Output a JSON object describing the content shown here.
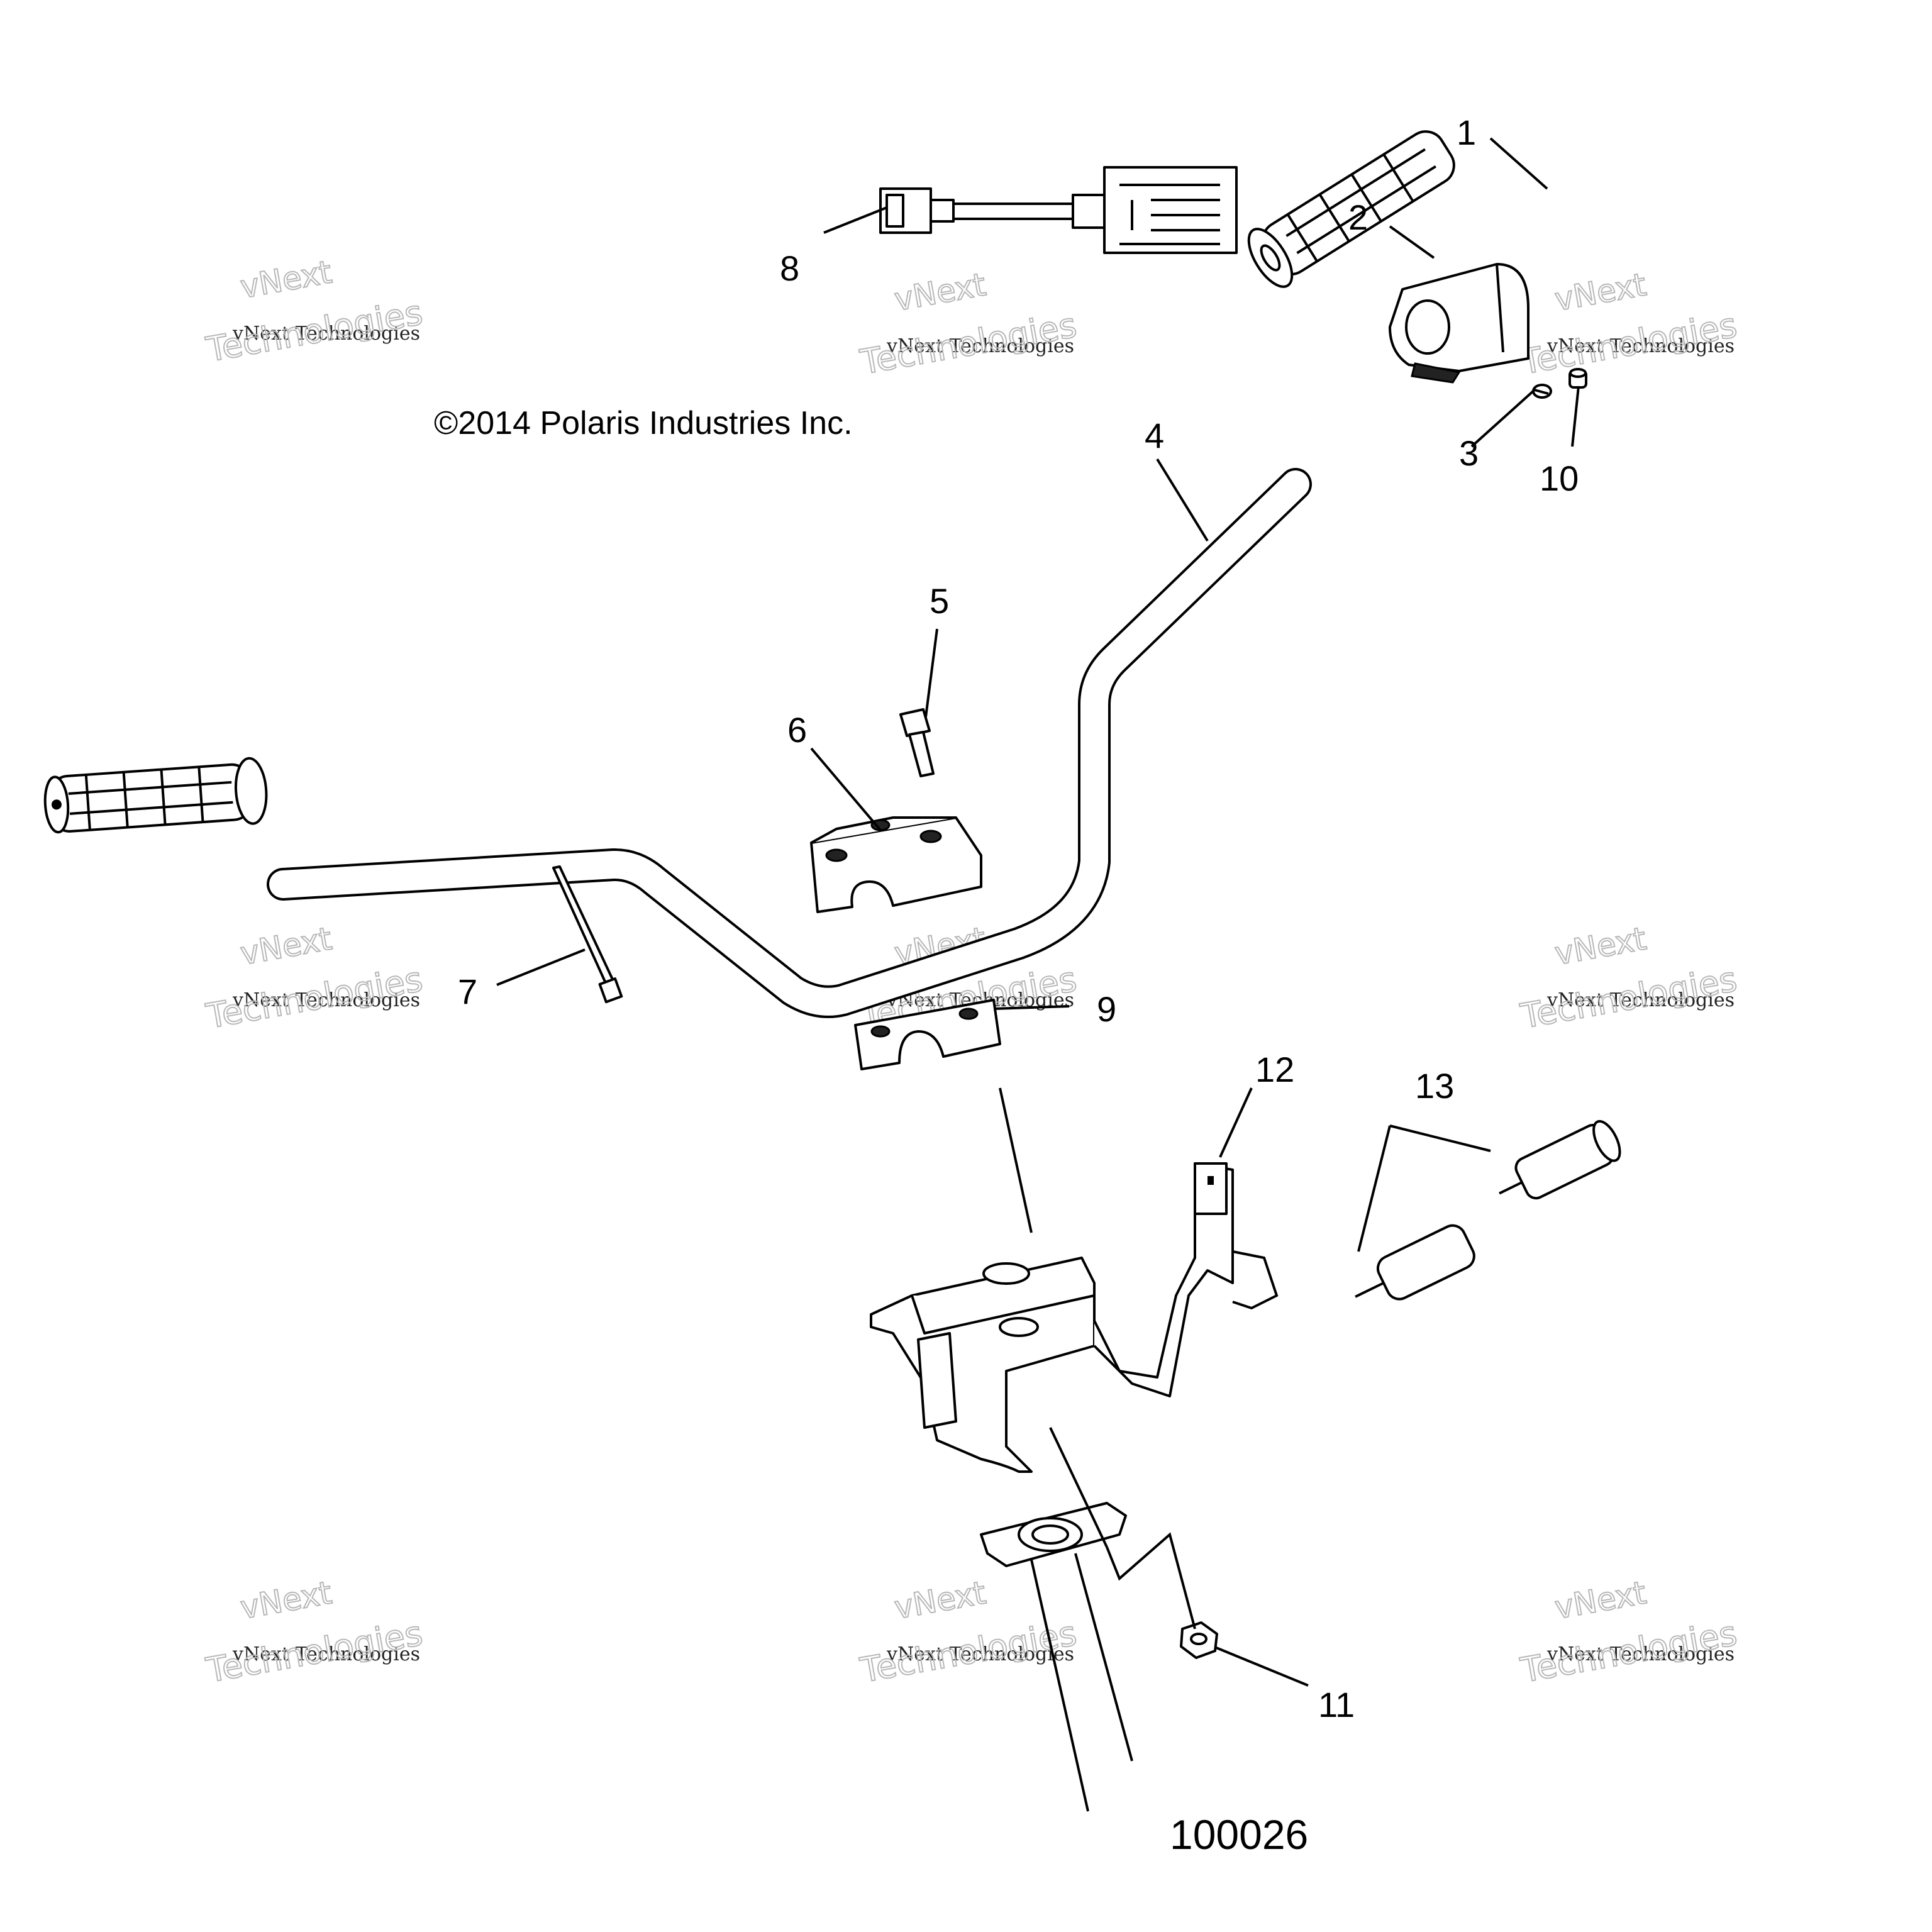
{
  "copyright": "©2014 Polaris Industries Inc.",
  "figure_number": "100026",
  "watermark": {
    "line1": "vNext Technologies",
    "line2": "vNext",
    "line3": "Technologies"
  },
  "callouts": [
    "1",
    "2",
    "3",
    "4",
    "5",
    "6",
    "7",
    "8",
    "9",
    "10",
    "11",
    "12",
    "13"
  ]
}
